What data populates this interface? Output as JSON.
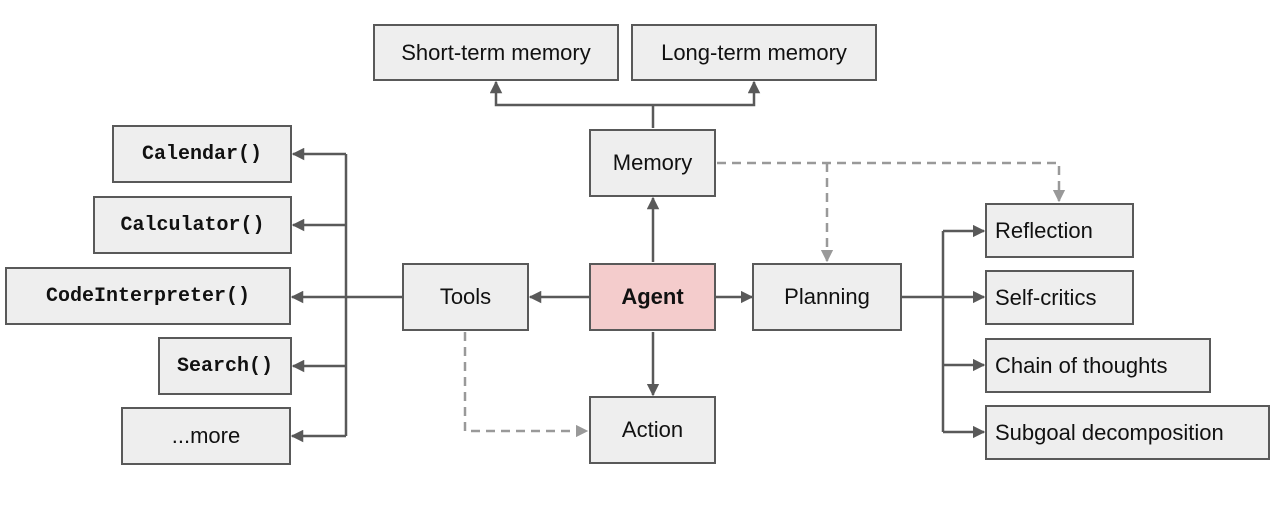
{
  "colors": {
    "box_fill": "#eeeeee",
    "agent_fill": "#f4cccc",
    "border": "#595959",
    "solid_line": "#595959",
    "dashed_line": "#999999"
  },
  "nodes": {
    "short_term_memory": "Short-term memory",
    "long_term_memory": "Long-term memory",
    "memory": "Memory",
    "agent": "Agent",
    "tools": "Tools",
    "planning": "Planning",
    "action": "Action",
    "tools_list": [
      "Calendar()",
      "Calculator()",
      "CodeInterpreter()",
      "Search()",
      "...more"
    ],
    "planning_list": [
      "Reflection",
      "Self-critics",
      "Chain of thoughts",
      "Subgoal decomposition"
    ]
  },
  "edges": [
    {
      "from": "Memory",
      "to": "Short-term memory",
      "style": "solid"
    },
    {
      "from": "Memory",
      "to": "Long-term memory",
      "style": "solid"
    },
    {
      "from": "Agent",
      "to": "Memory",
      "style": "solid"
    },
    {
      "from": "Agent",
      "to": "Tools",
      "style": "solid"
    },
    {
      "from": "Agent",
      "to": "Planning",
      "style": "solid"
    },
    {
      "from": "Agent",
      "to": "Action",
      "style": "solid"
    },
    {
      "from": "Tools",
      "to": "Calendar()",
      "style": "solid"
    },
    {
      "from": "Tools",
      "to": "Calculator()",
      "style": "solid"
    },
    {
      "from": "Tools",
      "to": "CodeInterpreter()",
      "style": "solid"
    },
    {
      "from": "Tools",
      "to": "Search()",
      "style": "solid"
    },
    {
      "from": "Tools",
      "to": "...more",
      "style": "solid"
    },
    {
      "from": "Planning",
      "to": "Reflection",
      "style": "solid"
    },
    {
      "from": "Planning",
      "to": "Self-critics",
      "style": "solid"
    },
    {
      "from": "Planning",
      "to": "Chain of thoughts",
      "style": "solid"
    },
    {
      "from": "Planning",
      "to": "Subgoal decomposition",
      "style": "solid"
    },
    {
      "from": "Memory",
      "to": "Planning",
      "style": "dashed"
    },
    {
      "from": "Memory",
      "to": "Reflection",
      "style": "dashed"
    },
    {
      "from": "Tools",
      "to": "Action",
      "style": "dashed"
    }
  ]
}
